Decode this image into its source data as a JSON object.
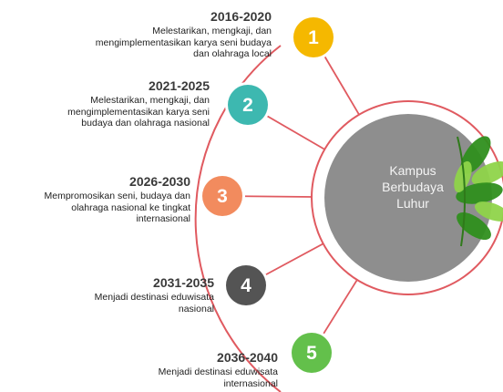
{
  "center": {
    "label": "Kampus Berbudaya Luhur",
    "lines": [
      "Kampus",
      "Berbudaya",
      "Luhur"
    ]
  },
  "stages": [
    {
      "number": "1",
      "years": "2016-2020",
      "lines": [
        "Melestarikan, mengkaji, dan",
        "mengimplementasikan karya seni budaya",
        "dan olahraga local"
      ],
      "color": "#f5b800"
    },
    {
      "number": "2",
      "years": "2021-2025",
      "lines": [
        "Melestarikan, mengkaji, dan",
        "mengimplementasikan karya seni",
        "budaya dan olahraga nasional"
      ],
      "color": "#3db8b0"
    },
    {
      "number": "3",
      "years": "2026-2030",
      "lines": [
        "Mempromosikan seni, budaya dan",
        "olahraga nasional ke tingkat",
        "internasional"
      ],
      "color": "#f28b5e"
    },
    {
      "number": "4",
      "years": "2031-2035",
      "lines": [
        "Menjadi destinasi eduwisata",
        "nasional"
      ],
      "color": "#545454"
    },
    {
      "number": "5",
      "years": "2036-2040",
      "lines": [
        "Menjadi destinasi eduwisata",
        "internasional"
      ],
      "color": "#63c04b"
    }
  ],
  "colors": {
    "arc": "#e05a60",
    "center_fill": "#8e8e8e",
    "leaf_dark": "#2f8f1e",
    "leaf_light": "#8fd44a"
  }
}
